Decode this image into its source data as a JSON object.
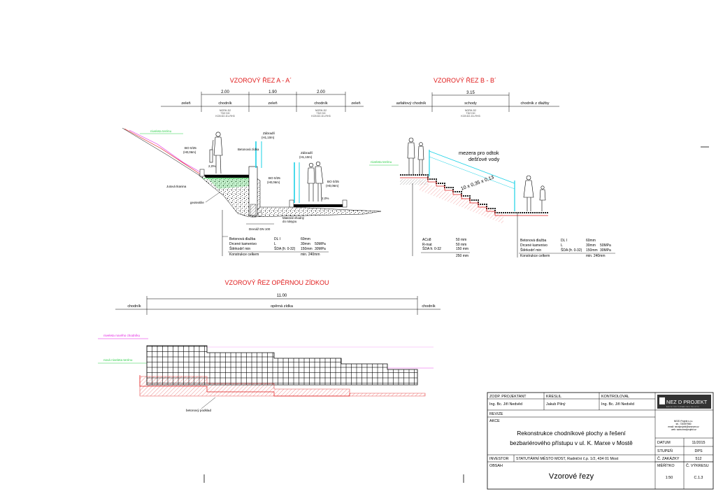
{
  "section_aa": {
    "title": "VZOROVÝ ŘEZ A - A´",
    "dims": [
      "2.00",
      "1.90",
      "2.00"
    ],
    "bands": [
      "zeleň",
      "chodník",
      "zeleň",
      "chodník",
      "zeleň"
    ],
    "band_notes": [
      "NGRH-D2\nTD2 DH\nKCB:D2-D1-RH3",
      "NGRH-D2\nTD2 DH\nKCB:D2-D1-RH3"
    ],
    "labels": {
      "niveleta": "niveleta terénu",
      "bo_left": "BO 0/25",
      "bo_left_h": "(H0,06m)",
      "slope_left": "2,0%",
      "jutova": "Jutová tkanina",
      "geotextilie": "geotextilie",
      "zabradli1": "Zábradlí",
      "zabradli1_h": "(H1,10m)",
      "betonova_zidka": "Betonová zídka",
      "bo_mid": "BO 0/25",
      "bo_mid_h": "(H0,06m)",
      "zabradli2": "Zábradlí",
      "zabradli2_h": "(H1,10m)",
      "bo_right": "BO 0/25",
      "bo_right_h": "(H0,06m)",
      "slope_right": "2,0%",
      "material": "Materiál vhodný",
      "material2": "do násypu",
      "drenaz": "Drenáž DN 100"
    },
    "layers": [
      {
        "name": "Betonová dlažba",
        "code": "DL I",
        "thick": "60mm",
        "mod": ""
      },
      {
        "name": "Drcené kamenivo",
        "code": "L",
        "thick": "30mm",
        "mod": "50MPa"
      },
      {
        "name": "Štěrkodrť min",
        "code": "ŠDA (fr. 0-32)",
        "thick": "150mm",
        "mod": "30MPa"
      },
      {
        "name": "Konstrukce celkem",
        "code": "",
        "thick": "min. 240mm",
        "mod": ""
      }
    ]
  },
  "section_bb": {
    "title": "VZOROVÝ ŘEZ B - B´",
    "dim": "3.15",
    "bands": [
      "asfaltový chodník",
      "schody",
      "chodník z dlažby"
    ],
    "band_note": "NGRH-D2\nTD2 DH\nKCB:D2-D1-RH3",
    "mezera": "mezera pro odtok",
    "mezera2": "dešťové vody",
    "stairs": "10 x 0,35 x 0,13",
    "niveleta": "niveleta terénu",
    "left_layers": [
      {
        "name": "ACo8",
        "thick": "50 mm"
      },
      {
        "name": "R-mat",
        "thick": "50 mm"
      },
      {
        "name": "ŠDA  fr. 0-32",
        "thick": "150 mm"
      },
      {
        "name": "",
        "thick": "250 mm"
      }
    ],
    "right_layers": [
      {
        "name": "Betonová dlažba",
        "code": "DL I",
        "thick": "60mm",
        "mod": ""
      },
      {
        "name": "Drcené kamenivo",
        "code": "L",
        "thick": "30mm",
        "mod": "50MPa"
      },
      {
        "name": "Štěrkodrť min",
        "code": "ŠDA (fr. 0-32)",
        "thick": "150mm",
        "mod": "30MPa"
      },
      {
        "name": "Konstrukce celkem",
        "code": "",
        "thick": "min. 240mm",
        "mod": ""
      }
    ]
  },
  "section_wall": {
    "title": "VZOROVÝ ŘEZ OPĚRNOU ZÍDKOU",
    "dim": "11.00",
    "bands": [
      "chodník",
      "opěrná zídka",
      "chodník"
    ],
    "niveleta_new": "niveleta nového chodníku",
    "niveleta_terrain": "nová niveleta terénu",
    "base": "betonový podklad"
  },
  "title_block": {
    "zodp_label": "ZODP. PROJEKTANT",
    "kreslil_label": "KRESLIL",
    "kontroloval_label": "KONTROLOVAL",
    "zodp": "Ing. Bc. Jiří Nedvěd",
    "kreslil": "Jakub Pilný",
    "kontroloval": "Ing. Bc. Jiří Nedvěd",
    "company": "NEZ D PROJEKT",
    "company_sub": "A R C H I T E K T U R A   A   S T A V I T E L S T V Í",
    "company_info": "NEZD Projekt s.r.o.\ntel.: 730097980\nemail: nezdprojekt@seznam.cz\nweb: www.nezdprojekt.cz",
    "revize_label": "REVIZE",
    "akce_label": "AKCE",
    "akce": "Rekonstrukce chodníkové plochy a řešení bezbariérového přístupu v ul. K. Marxe v Mostě",
    "datum_label": "DATUM",
    "datum": "11/2015",
    "stupen_label": "STUPEŇ",
    "stupen": "DPS",
    "zakazka_label": "Č. ZAKÁZKY",
    "zakazka": "512",
    "investor_label": "INVESTOR",
    "investor": "STATUTÁRNÍ MĚSTO MOST, Radniční č.p. 1/2, 434 01 Most",
    "obsah_label": "OBSAH",
    "obsah": "Vzorové řezy",
    "meritko_label": "MĚŘÍTKO",
    "meritko": "1:50",
    "vykres_label": "Č. VÝKRESU",
    "vykres": "C.1.3"
  },
  "colors": {
    "red": "#e01a1a",
    "cyan": "#1ad1e6",
    "green": "#2fd04a",
    "magenta": "#e21ee2"
  }
}
